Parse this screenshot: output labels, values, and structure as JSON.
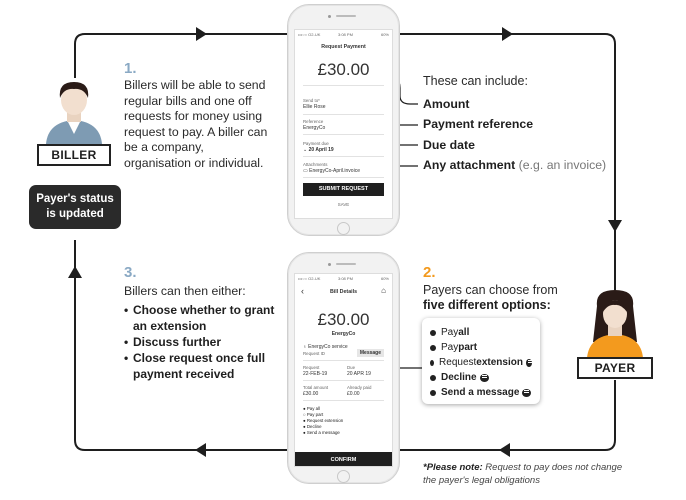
{
  "step1": {
    "number": "1.",
    "text": "Billers will be able to send regular bills and one off requests for money using request to pay. A biller can be a company, organisation or individual."
  },
  "step2": {
    "number": "2.",
    "intro": "Payers can choose from",
    "intro_bold": "five different options:",
    "options": [
      {
        "pre": "Pay ",
        "bold": "all",
        "icon": false
      },
      {
        "pre": "Pay ",
        "bold": "part",
        "icon": false
      },
      {
        "pre": "Request ",
        "bold": "extension",
        "icon": true
      },
      {
        "pre": "",
        "bold": "Decline",
        "icon": true
      },
      {
        "pre": "",
        "bold": "Send a message",
        "icon": true
      }
    ]
  },
  "step3": {
    "number": "3.",
    "text": "Billers can then either:",
    "bullets": [
      "Choose whether to grant an extension",
      "Discuss further",
      "Close request once full payment received"
    ]
  },
  "includes": {
    "heading": "These can include:",
    "items": [
      {
        "bold": "Amount",
        "extra": ""
      },
      {
        "bold": "Payment reference",
        "extra": ""
      },
      {
        "bold": "Due date",
        "extra": ""
      },
      {
        "bold": "Any attachment",
        "extra": " (e.g. an invoice)"
      }
    ]
  },
  "labels": {
    "biller": "BILLER",
    "payer": "PAYER",
    "status": "Payer's status is updated"
  },
  "note": {
    "bold": "*Please note:",
    "text": " Request to pay does not change the payer's legal obligations"
  },
  "phone1": {
    "status_left": "•••○○ O2-UK",
    "status_time": "3:08 PM",
    "status_right": "60%",
    "title": "Request Payment",
    "amount": "£30.00",
    "send_to_label": "Send to*",
    "send_to": "Ellie Rose",
    "reference_label": "Reference",
    "reference": "EnergyCo",
    "due_label": "Payment due",
    "due": "20 April 19",
    "attachments_label": "Attachments",
    "attachment": "EnergyCo-April.invoice",
    "submit": "SUBMIT REQUEST",
    "save": "SAVE"
  },
  "phone2": {
    "status_left": "•••○○ O2-UK",
    "status_time": "3:08 PM",
    "status_right": "60%",
    "title": "Bill Details",
    "amount": "£30.00",
    "payee": "EnergyCo",
    "service": "EnergyCo service",
    "request_id": "Request ID",
    "message_btn": "Message",
    "request_label": "Request",
    "request_date": "22-FEB-19",
    "due_label": "Due",
    "due_date": "20 APR 19",
    "total_label": "Total amount",
    "total": "£30.00",
    "paid_label": "Already paid",
    "paid": "£0.00",
    "options": [
      "Pay all",
      "Pay part",
      "Request extension",
      "Decline",
      "Send a message"
    ],
    "confirm": "CONFIRM"
  },
  "colors": {
    "accent_blue": "#8aa9c4",
    "accent_orange": "#f39a1e",
    "dark": "#222222"
  }
}
